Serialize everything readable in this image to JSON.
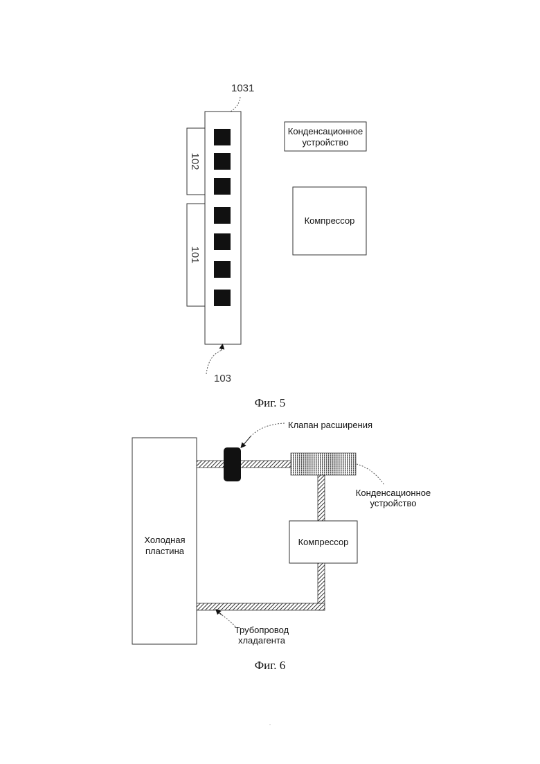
{
  "fig5": {
    "caption": "Фиг. 5",
    "label_1031": "1031",
    "label_103": "103",
    "label_102": "102",
    "label_101": "101",
    "condenser_line1": "Конденсационное",
    "condenser_line2": "устройство",
    "compressor": "Компрессор"
  },
  "fig6": {
    "caption": "Фиг. 6",
    "cold_plate_line1": "Холодная",
    "cold_plate_line2": "пластина",
    "expansion_valve": "Клапан расширения",
    "condenser_line1": "Конденсационное",
    "condenser_line2": "устройство",
    "compressor": "Компрессор",
    "pipe_line1": "Трубопровод",
    "pipe_line2": "хладагента"
  },
  "footer_mark": "."
}
